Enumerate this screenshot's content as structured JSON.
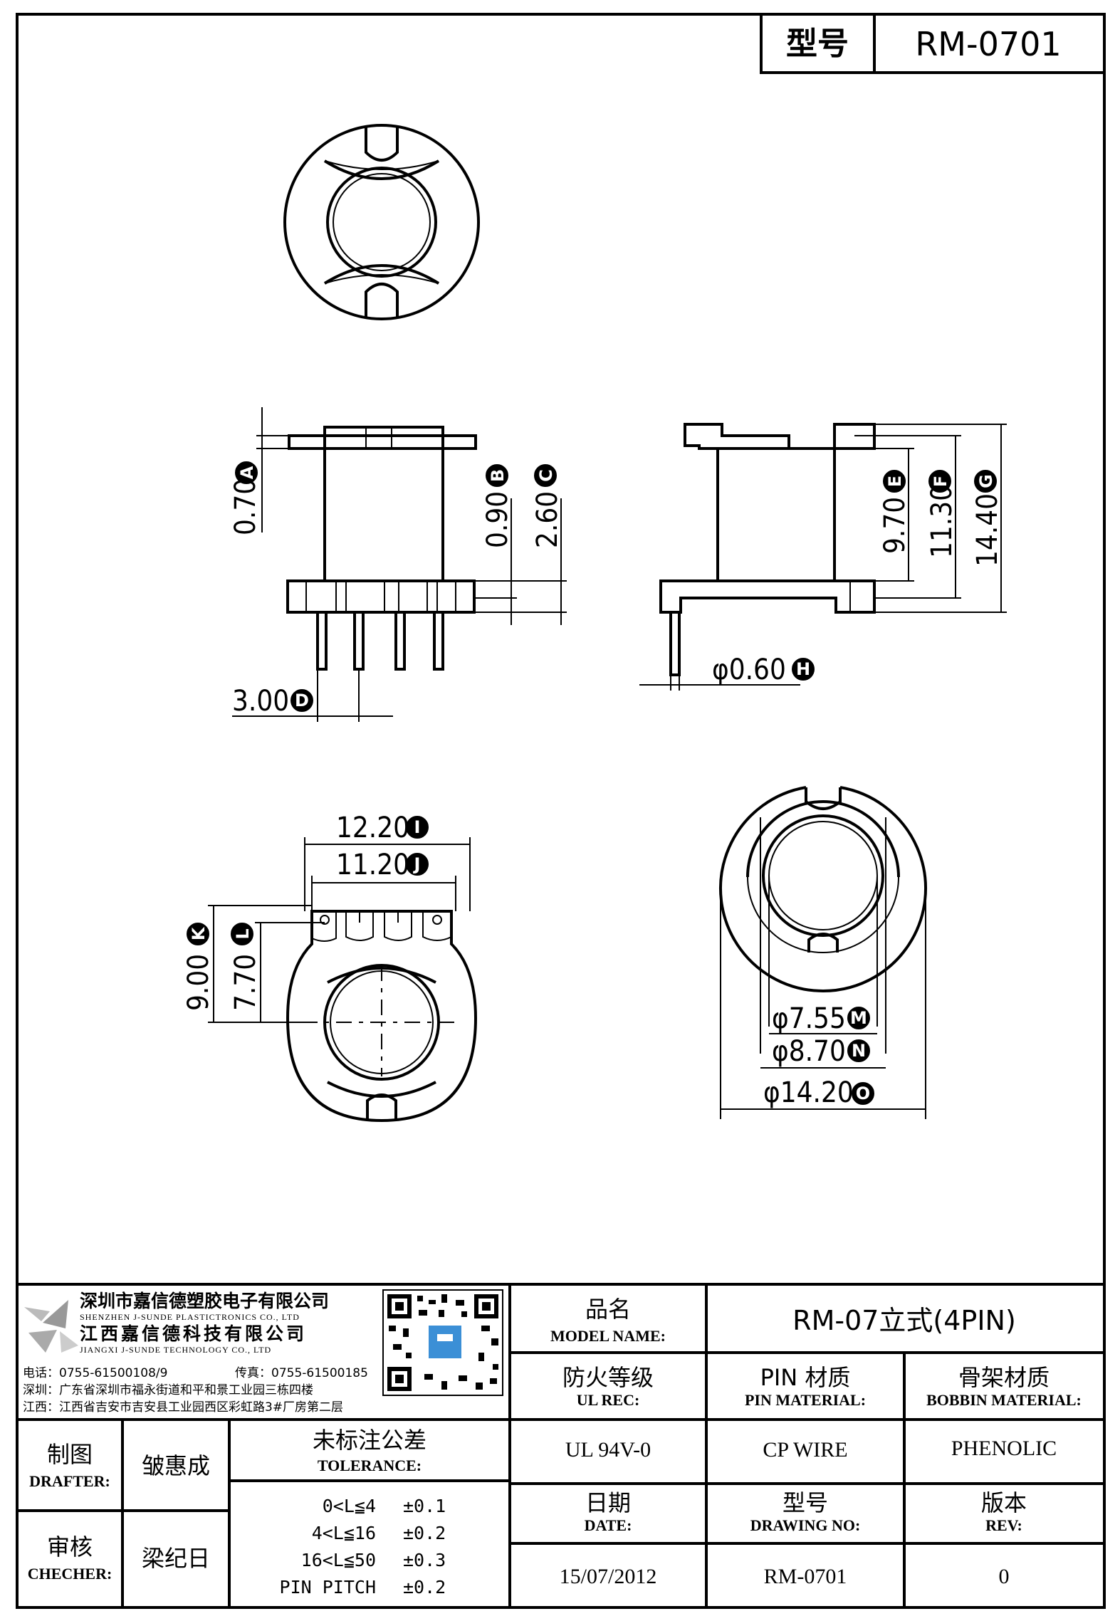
{
  "header": {
    "type_label": "型号",
    "type_value": "RM-0701"
  },
  "dimensions": {
    "A": {
      "tag": "A",
      "value": "0.70"
    },
    "B": {
      "tag": "B",
      "value": "0.90"
    },
    "C": {
      "tag": "C",
      "value": "2.60"
    },
    "D": {
      "tag": "D",
      "value": "3.00"
    },
    "E": {
      "tag": "E",
      "value": "9.70"
    },
    "F": {
      "tag": "F",
      "value": "11.30"
    },
    "G": {
      "tag": "G",
      "value": "14.40"
    },
    "H": {
      "tag": "H",
      "value": "φ0.60"
    },
    "I": {
      "tag": "I",
      "value": "12.20"
    },
    "J": {
      "tag": "J",
      "value": "11.20"
    },
    "K": {
      "tag": "K",
      "value": "9.00"
    },
    "L": {
      "tag": "L",
      "value": "7.70"
    },
    "M": {
      "tag": "M",
      "value": "φ7.55"
    },
    "N": {
      "tag": "N",
      "value": "φ8.70"
    },
    "O": {
      "tag": "O",
      "value": "φ14.20"
    }
  },
  "company": {
    "name_cn_1": "深圳市嘉信德塑胶电子有限公司",
    "name_en_1": "SHENZHEN J-SUNDE PLASTICTRONICS CO., LTD",
    "name_cn_2": "江西嘉信德科技有限公司",
    "name_en_2": "JIANGXI J-SUNDE TECHNOLOGY CO., LTD",
    "tel": "电话：0755-61500108/9",
    "fax": "传真：0755-61500185",
    "addr_sz": "深圳：广东省深圳市福永街道和平和景工业园三栋四楼",
    "addr_jx": "江西：江西省吉安市吉安县工业园西区彩虹路3#厂房第二层"
  },
  "title_block": {
    "model_name_cn": "品名",
    "model_name_en": "MODEL NAME:",
    "model_name_value": "RM-07立式(4PIN)",
    "ul_cn": "防火等级",
    "ul_en": "UL REC:",
    "ul_value": "UL 94V-0",
    "pin_cn": "PIN 材质",
    "pin_en": "PIN MATERIAL:",
    "pin_value": "CP WIRE",
    "bobbin_cn": "骨架材质",
    "bobbin_en": "BOBBIN MATERIAL:",
    "bobbin_value": "PHENOLIC",
    "date_cn": "日期",
    "date_en": "DATE:",
    "date_value": "15/07/2012",
    "drawing_cn": "型号",
    "drawing_en": "DRAWING NO:",
    "drawing_value": "RM-0701",
    "rev_cn": "版本",
    "rev_en": "REV:",
    "rev_value": "0",
    "drafter_cn": "制图",
    "drafter_en": "DRAFTER:",
    "drafter_value": "皱惠成",
    "checker_cn": "审核",
    "checker_en": "CHECHER:",
    "checker_value": "梁纪日",
    "tolerance_cn": "未标注公差",
    "tolerance_en": "TOLERANCE:",
    "tolerances": [
      {
        "range": "0<L≦4",
        "tol": "±0.1"
      },
      {
        "range": "4<L≦16",
        "tol": "±0.2"
      },
      {
        "range": "16<L≦50",
        "tol": "±0.3"
      },
      {
        "range": "PIN PITCH",
        "tol": "±0.2"
      }
    ]
  }
}
